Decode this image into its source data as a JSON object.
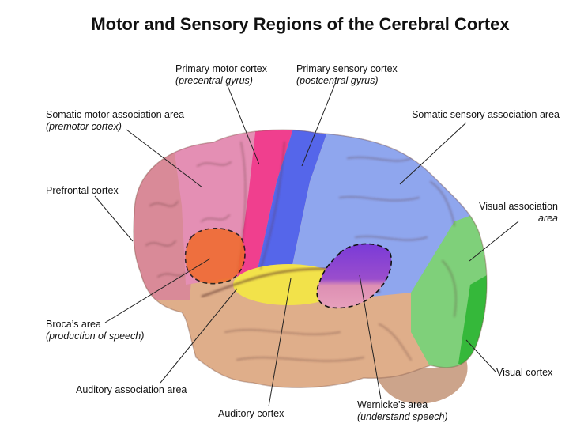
{
  "title": "Motor and Sensory Regions of the Cerebral Cortex",
  "labels": {
    "primary_motor": {
      "main": "Primary motor cortex",
      "sub": "(precentral gyrus)"
    },
    "primary_sensory": {
      "main": "Primary sensory cortex",
      "sub": "(postcentral gyrus)"
    },
    "somatic_motor": {
      "main": "Somatic motor association area",
      "sub": "(premotor cortex)"
    },
    "somatic_sensory": {
      "main": "Somatic sensory association area"
    },
    "prefrontal": {
      "main": "Prefrontal cortex"
    },
    "visual_association": {
      "main": "Visual association",
      "sub": "area"
    },
    "broca": {
      "main": "Broca’s area",
      "sub": "(production of speech)"
    },
    "visual_cortex": {
      "main": "Visual cortex"
    },
    "auditory_association": {
      "main": "Auditory association area"
    },
    "auditory_cortex": {
      "main": "Auditory cortex"
    },
    "wernicke": {
      "main": "Wernicke’s area",
      "sub": "(understand speech)"
    }
  },
  "colors": {
    "prefrontal": "#d98a98",
    "premotor": "#e48fb4",
    "primary_motor": "#f03f8e",
    "primary_sensory": "#5566ea",
    "sensory_association": "#8fa6ee",
    "visual_association": "#7fd07a",
    "visual_cortex": "#35b83a",
    "temporal": "#dfae8a",
    "auditory_cortex": "#f2e24a",
    "broca": "#f06a2a",
    "wernicke": "#8a4ad0",
    "cerebellum": "#c69a7e"
  }
}
